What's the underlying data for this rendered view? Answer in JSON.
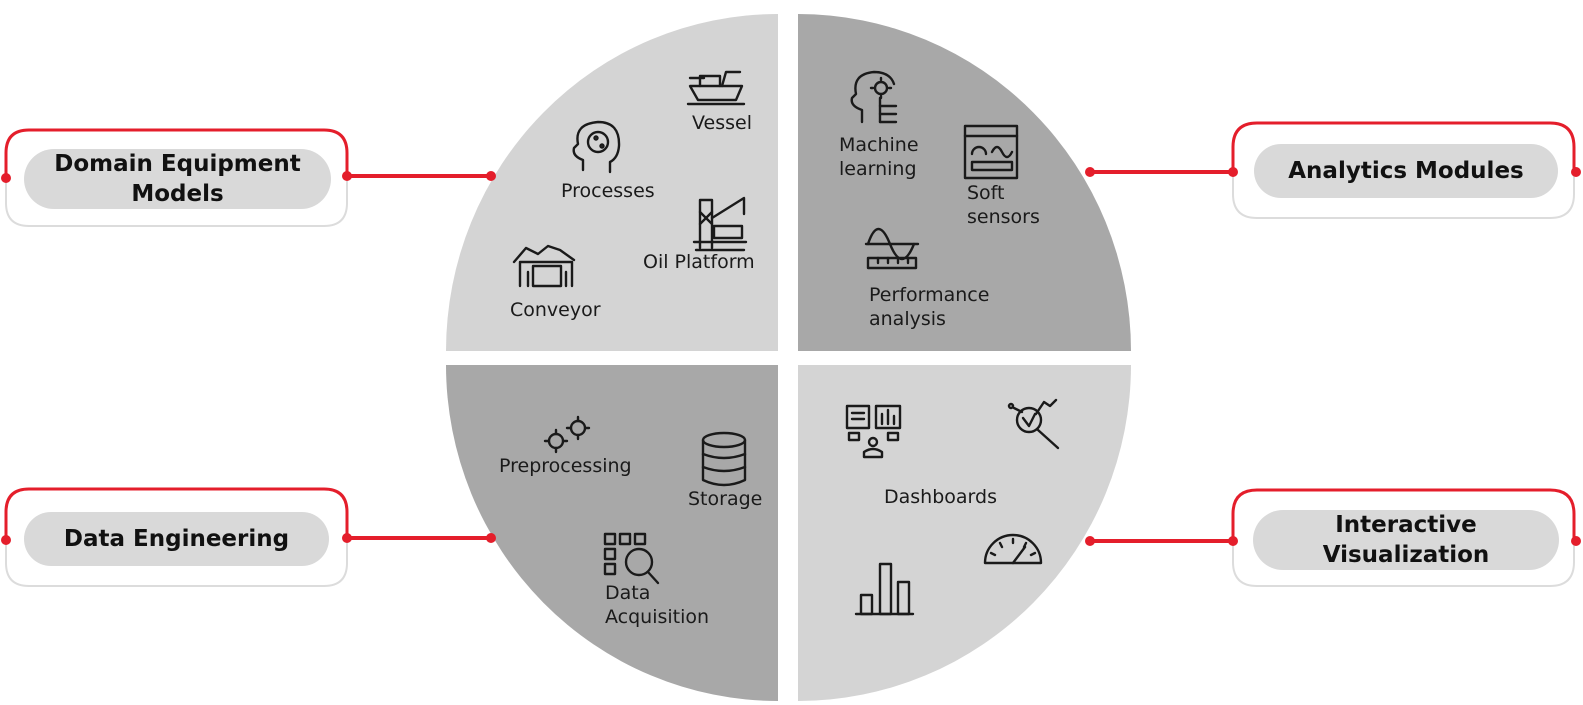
{
  "colors": {
    "light_quadrant": "#d4d4d4",
    "dark_quadrant": "#a8a8a8",
    "connector": "#e41e2b",
    "pill": "#d9d9d9",
    "callout_border": "#dcdcdc"
  },
  "callouts": {
    "domain": {
      "line1": "Domain Equipment",
      "line2": "Models"
    },
    "analytics": {
      "line1": "Analytics Modules"
    },
    "data_eng": {
      "line1": "Data Engineering"
    },
    "interactive": {
      "line1": "Interactive",
      "line2": "Visualization"
    }
  },
  "quadrants": {
    "top_left": {
      "vessel": "Vessel",
      "processes": "Processes",
      "oil_platform": "Oil Platform",
      "conveyor": "Conveyor"
    },
    "top_right": {
      "ml_1": "Machine",
      "ml_2": "learning",
      "soft_1": "Soft",
      "soft_2": "sensors",
      "perf_1": "Performance",
      "perf_2": "analysis"
    },
    "bottom_left": {
      "preprocessing": "Preprocessing",
      "storage": "Storage",
      "acq_1": "Data",
      "acq_2": "Acquisition"
    },
    "bottom_right": {
      "dashboards": "Dashboards"
    }
  },
  "icons": [
    "vessel-icon",
    "head-processes-icon",
    "oil-platform-icon",
    "conveyor-icon",
    "ai-head-icon",
    "soft-sensor-window-icon",
    "wave-ruler-icon",
    "gears-icon",
    "database-icon",
    "grid-search-icon",
    "dashboard-screens-icon",
    "analytics-magnifier-icon",
    "bar-chart-icon",
    "gauge-icon"
  ]
}
